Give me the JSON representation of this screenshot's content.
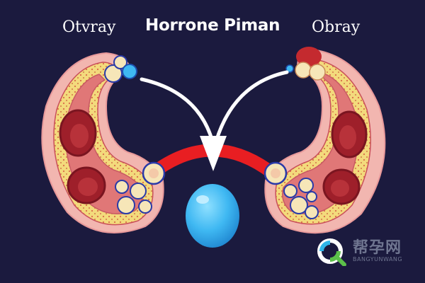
{
  "labels": {
    "left": "Otvray",
    "title": "Horrone Piman",
    "right": "Obray"
  },
  "watermark": {
    "main": "帮孕网",
    "sub": "BANGYUNWANG"
  },
  "colors": {
    "background": "#1b1a3e",
    "tissue_outer": "#f2b6b0",
    "tissue_inner": "#e07777",
    "fat_layer": "#f3da7c",
    "follicle": "#9e1f2a",
    "connector": "#e81e22",
    "droplet": "#3fb8f2",
    "arrow": "#ffffff"
  }
}
